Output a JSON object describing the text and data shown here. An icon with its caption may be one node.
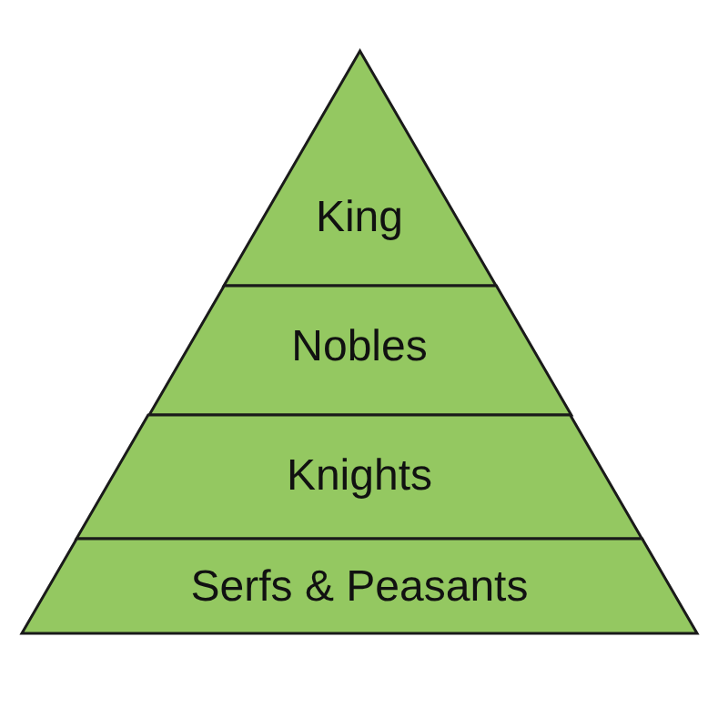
{
  "diagram": {
    "nodes": [
      {
        "text": [
          "King"
        ]
      },
      {
        "text": [
          "Nobles"
        ]
      },
      {
        "text": [
          "Knights"
        ]
      },
      {
        "text": [
          "Serfs & Peasants"
        ]
      }
    ]
  }
}
